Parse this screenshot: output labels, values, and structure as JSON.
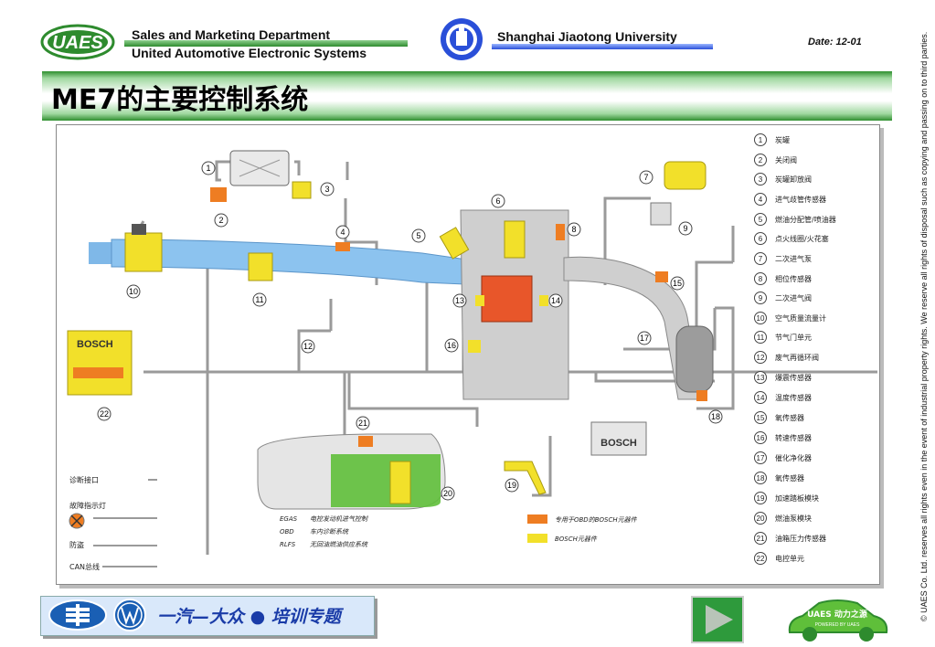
{
  "header": {
    "uaes_logo_text": "UAES",
    "dept_line1": "Sales and Marketing Department",
    "dept_line2": "United Automotive Electronic Systems",
    "university": "Shanghai Jiaotong University",
    "date": "Date: 12-01",
    "title": "ME7的主要控制系统",
    "copyright": "© UAES Co. Ltd. reserves all rights even in the event of industrial property rights. We reserve all rights of disposal such as copying and passing on to third parties."
  },
  "colors": {
    "green": "#2e8b2e",
    "blue": "#2a4fd8",
    "pipe": "#7fb8e8",
    "yellow": "#f2e02a",
    "orange": "#ee7d22",
    "fuel": "#5fbf3a"
  },
  "diagram": {
    "bosch_ecu": "BOSCH",
    "battery": "BOSCH",
    "callouts": [
      "1",
      "2",
      "3",
      "4",
      "5",
      "6",
      "7",
      "8",
      "9",
      "10",
      "11",
      "12",
      "13",
      "14",
      "15",
      "16",
      "17",
      "18",
      "19",
      "20",
      "21",
      "22"
    ],
    "legend": [
      {
        "num": "1",
        "label": "炭罐"
      },
      {
        "num": "2",
        "label": "关闭阀"
      },
      {
        "num": "3",
        "label": "炭罐卸放阀"
      },
      {
        "num": "4",
        "label": "进气歧管传感器"
      },
      {
        "num": "5",
        "label": "燃油分配管/喷油器"
      },
      {
        "num": "6",
        "label": "点火线圈/火花塞"
      },
      {
        "num": "7",
        "label": "二次进气泵"
      },
      {
        "num": "8",
        "label": "相位传感器"
      },
      {
        "num": "9",
        "label": "二次进气阀"
      },
      {
        "num": "10",
        "label": "空气质量流量计"
      },
      {
        "num": "11",
        "label": "节气门单元"
      },
      {
        "num": "12",
        "label": "废气再循环阀"
      },
      {
        "num": "13",
        "label": "爆震传感器"
      },
      {
        "num": "14",
        "label": "温度传感器"
      },
      {
        "num": "15",
        "label": "氧传感器"
      },
      {
        "num": "16",
        "label": "转速传感器"
      },
      {
        "num": "17",
        "label": "催化净化器"
      },
      {
        "num": "18",
        "label": "氧传感器"
      },
      {
        "num": "19",
        "label": "加速踏板模块"
      },
      {
        "num": "20",
        "label": "燃油泵模块"
      },
      {
        "num": "21",
        "label": "油箱压力传感器"
      },
      {
        "num": "22",
        "label": "电控单元"
      }
    ],
    "left_labels": {
      "diag_port": "诊断接口",
      "fault_lamp": "故障指示灯",
      "immobilizer": "防盗",
      "can_bus": "CAN总线"
    },
    "abbreviations": [
      {
        "abbr": "EGAS",
        "desc": "电控发动机进气控制"
      },
      {
        "abbr": "OBD",
        "desc": "车内诊断系统"
      },
      {
        "abbr": "RLFS",
        "desc": "无回油燃油供应系统"
      }
    ],
    "color_legend": [
      {
        "label": "专用于OBD的BOSCH元器件",
        "color": "#ee7d22"
      },
      {
        "label": "BOSCH元器件",
        "color": "#f2e02a"
      }
    ]
  },
  "footer": {
    "text": "一汽—大众 ● 培训专题",
    "car_logo_text": "UAES 动力之源",
    "car_logo_sub": "POWERED BY UAES"
  }
}
